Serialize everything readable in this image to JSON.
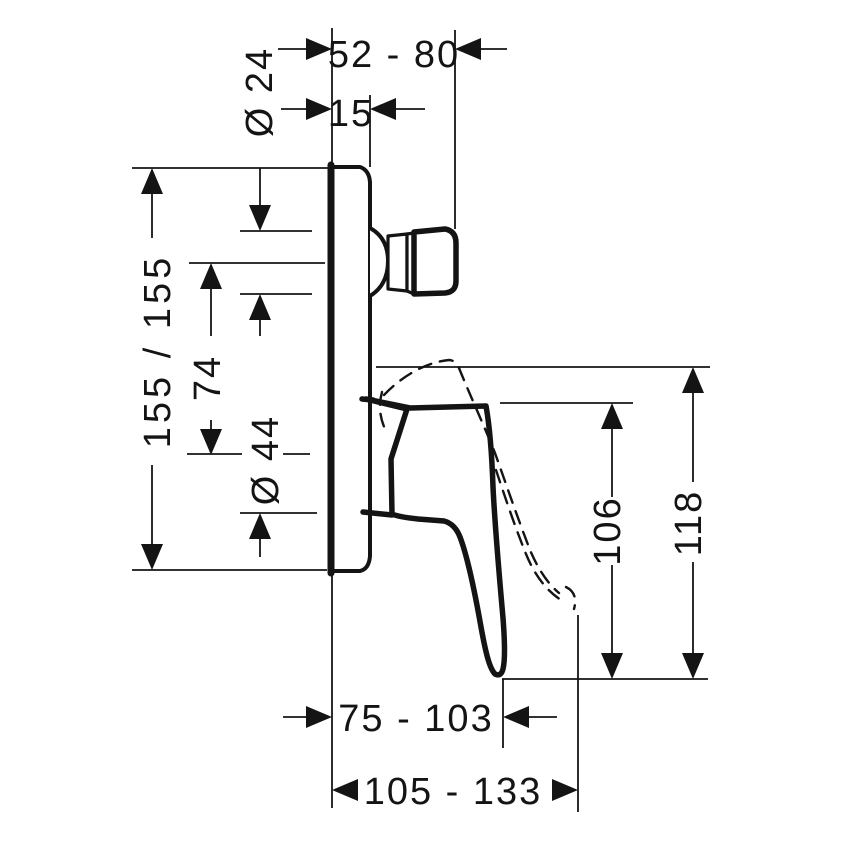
{
  "drawing": {
    "colors": {
      "line": "#141414",
      "background": "#ffffff"
    },
    "dimensions": {
      "wall_to_knob_range": "52 - 80",
      "plate_thickness": "15",
      "knob_diameter": "Ø 24",
      "plate_width_height": "155 / 155",
      "knob_to_lever_axis": "74",
      "lever_hub_diameter": "Ø 44",
      "lever_drop_from_axis": "106",
      "lever_drop_total": "118",
      "lever_reach_range": "75 - 103",
      "lever_reach_total_range": "105 - 133"
    }
  }
}
